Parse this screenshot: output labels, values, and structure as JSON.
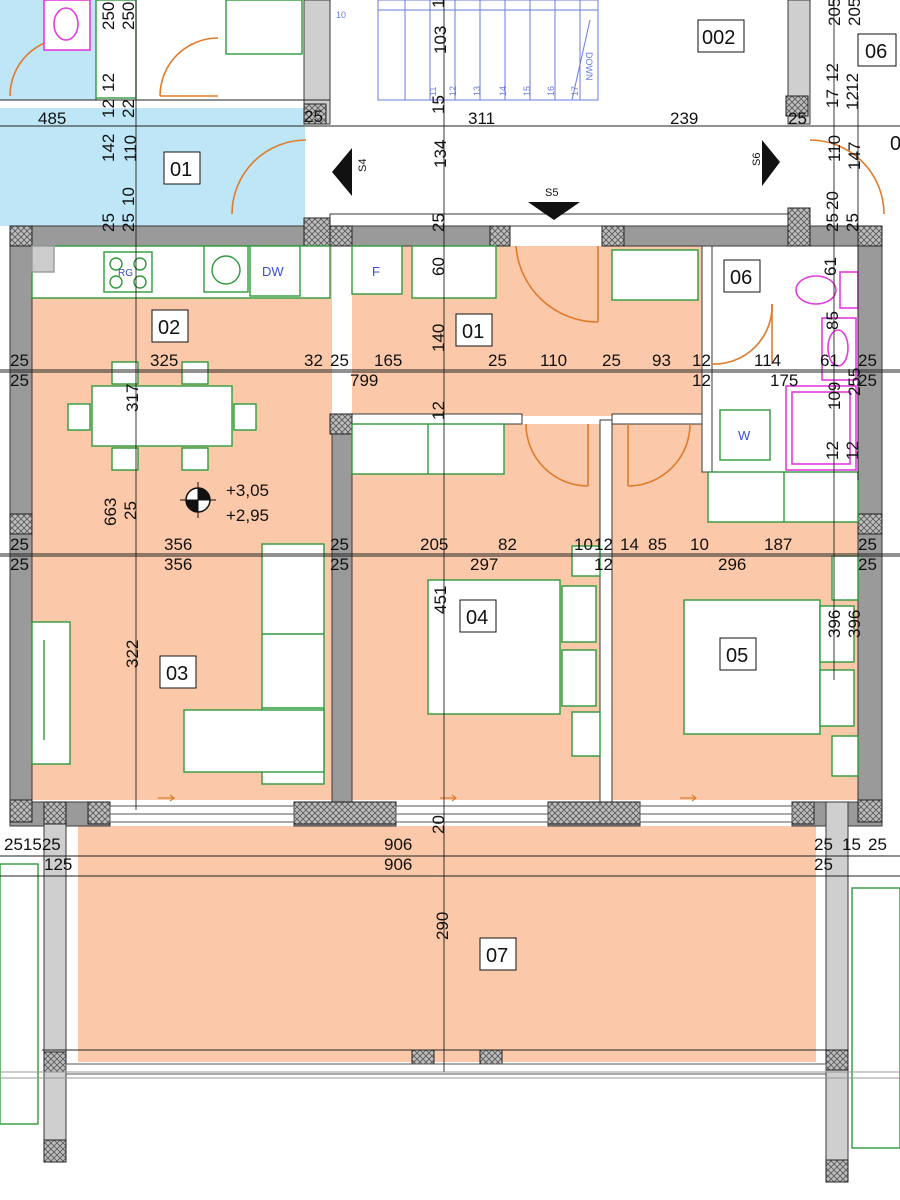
{
  "colors": {
    "room_fill": "#fbc9aa",
    "corridor_fill": "#bfe6f7",
    "wall": "#6b6b6b",
    "furniture": "#2e9a3a",
    "sanitary": "#e63adf",
    "door_arc": "#e07b2c",
    "dimension": "#111111"
  },
  "rooms": {
    "r01_top": "01",
    "r002": "002",
    "r06_top": "06",
    "r0_edge": "0",
    "r02": "02",
    "r01_main": "01",
    "r06": "06",
    "r03": "03",
    "r04": "04",
    "r05": "05",
    "r07": "07"
  },
  "fixtures": {
    "dw": "DW",
    "fridge": "F",
    "washer": "W",
    "hob": "RG"
  },
  "stairs": {
    "direction": "DOWN",
    "steps": [
      "10",
      "11",
      "12",
      "13",
      "14",
      "15",
      "16",
      "17"
    ]
  },
  "sections": {
    "s4": "S4",
    "s5": "S5",
    "s6": "S6"
  },
  "elevation": {
    "upper": "+3,05",
    "lower": "+2,95"
  },
  "dimensions": {
    "d250a": "250",
    "d250b": "250",
    "d12a": "12",
    "d103": "103",
    "d205a": "205",
    "d205b": "205",
    "d12b": "12",
    "d12c": "12",
    "d12d": "12",
    "d485": "485",
    "d22": "22",
    "d12e": "12",
    "d15": "15",
    "d311": "311",
    "d239": "239",
    "d25a": "25",
    "d17": "17",
    "d12f": "12",
    "d142": "142",
    "d110a": "110",
    "d134": "134",
    "d110b": "110",
    "d147": "147",
    "d25b": "25",
    "d25c": "25",
    "d10": "10",
    "d25d": "25",
    "d25e": "25",
    "d20": "20",
    "d25f": "25",
    "d60": "60",
    "d61a": "61",
    "d140": "140",
    "d85a": "85",
    "d25r1": "25",
    "d325": "325",
    "d32": "32",
    "d25r2": "25",
    "d165": "165",
    "d25r3": "25",
    "d110c": "110",
    "d25r4": "25",
    "d93": "93",
    "d12g": "12",
    "d114": "114",
    "d61b": "61",
    "d25r5": "25",
    "d25r6": "25",
    "d799": "799",
    "d12h": "12",
    "d175": "175",
    "d25r7": "25",
    "d317": "317",
    "d255": "255",
    "d109": "109",
    "d12i": "12",
    "d12j": "12",
    "d12k": "12",
    "d663": "663",
    "d25v": "25",
    "d25s1": "25",
    "d356a": "356",
    "d25s2": "25",
    "d205c": "205",
    "d82": "82",
    "d10b": "10",
    "d12l": "12",
    "d14": "14",
    "d85b": "85",
    "d10c": "10",
    "d187": "187",
    "d25s3": "25",
    "d25s4": "25",
    "d356b": "356",
    "d25s5": "25",
    "d297": "297",
    "d12m": "12",
    "d296": "296",
    "d25s6": "25",
    "d451": "451",
    "d396a": "396",
    "d396b": "396",
    "d322": "322",
    "d251525": "251525",
    "d906a": "906",
    "d20b": "20",
    "d25t1": "25",
    "d15b": "15",
    "d25t2": "25",
    "d125": "125",
    "d906b": "906",
    "d25t3": "25",
    "d290": "290"
  }
}
